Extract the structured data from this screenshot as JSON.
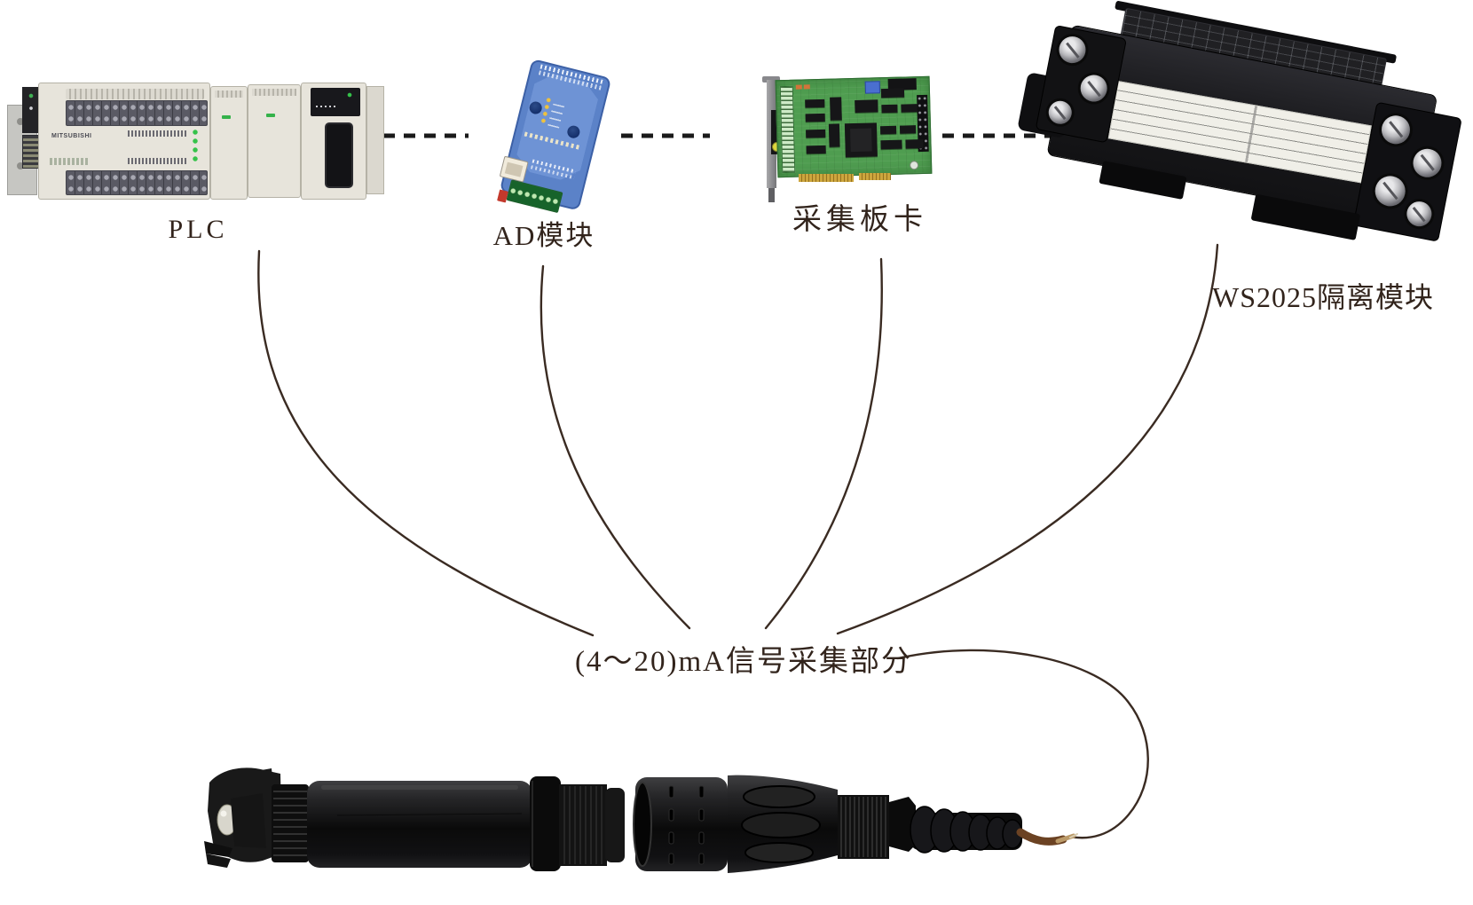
{
  "diagram": {
    "central_label": "(4～20)mA信号采集部分",
    "devices": [
      {
        "id": "plc",
        "label": "PLC"
      },
      {
        "id": "ad-module",
        "label": "AD模块"
      },
      {
        "id": "acquisition-card",
        "label": "采集板卡"
      },
      {
        "id": "ws2025-isolation-module",
        "label": "WS2025隔离模块"
      }
    ],
    "plc_brand": "MITSUBISHI"
  },
  "colors": {
    "background": "#ffffff",
    "connector_line": "#3a2b22",
    "dashed_link": "#1a1a1a",
    "label_text": "#32241c",
    "ad_module_blue": "#5b82c8",
    "pcb_green": "#4f9d50",
    "gold_fingers": "#c9a23b",
    "terminal_green": "#2f8f43",
    "wire_brown": "#6b4223",
    "plc_beige": "#e7e4db",
    "ws_module_black": "#1a1a1c"
  }
}
